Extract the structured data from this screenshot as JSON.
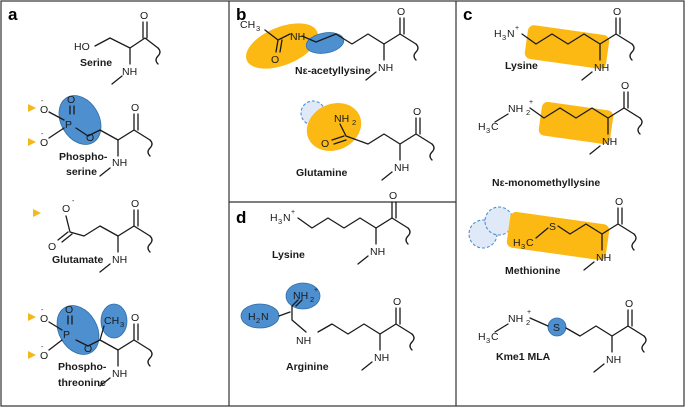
{
  "colors": {
    "orange": "#fdb913",
    "blue": "#4e8fd0",
    "ghost": "#dfe9f7",
    "arrow": "#f3b81b"
  },
  "panels": {
    "a": {
      "letter": "a",
      "serine": {
        "name": "Serine",
        "ho": "HO",
        "nh": "NH",
        "o": "O"
      },
      "phosphoserine": {
        "name_line1": "Phospho-",
        "name_line2": "serine",
        "o_minus": "O",
        "minus": "-",
        "p": "P",
        "o": "O",
        "nh": "NH"
      },
      "glutamate": {
        "name": "Glutamate",
        "o_minus": "O",
        "minus": "-",
        "o": "O",
        "nh": "NH"
      },
      "phosphothreonine": {
        "name_line1": "Phospho-",
        "name_line2": "threonine",
        "o_minus": "O",
        "minus": "-",
        "p": "P",
        "o": "O",
        "ch": "CH",
        "sub3": "3",
        "nh": "NH"
      }
    },
    "b": {
      "letter": "b",
      "acetyllysine": {
        "name": "Nε-acetyllysine",
        "ch": "CH",
        "sub3": "3",
        "o": "O",
        "nh": "NH"
      },
      "glutamine": {
        "name": "Glutamine",
        "nh": "NH",
        "sub2": "2",
        "o": "O"
      }
    },
    "c": {
      "letter": "c",
      "lysine": {
        "name": "Lysine",
        "h": "H",
        "sub3": "3",
        "n": "N",
        "plus": "+",
        "o": "O",
        "nh": "NH"
      },
      "monomethyllysine": {
        "name": "Nε-monomethyllysine",
        "h": "H",
        "sub3": "3",
        "c": "C",
        "nh": "NH",
        "sub2": "2",
        "plus": "+",
        "o": "O"
      },
      "methionine": {
        "name": "Methionine",
        "h": "H",
        "sub3": "3",
        "c": "C",
        "s": "S",
        "o": "O",
        "nh": "NH"
      },
      "kme1mla": {
        "name": "Kme1 MLA",
        "h": "H",
        "sub3": "3",
        "c": "C",
        "nh": "NH",
        "sub2": "2",
        "plus": "+",
        "s": "S",
        "o": "O"
      }
    },
    "d": {
      "letter": "d",
      "lysine": {
        "name": "Lysine",
        "h": "H",
        "sub3": "3",
        "n": "N",
        "plus": "+",
        "o": "O",
        "nh": "NH"
      },
      "arginine": {
        "name": "Arginine",
        "nh": "NH",
        "sub2": "2",
        "plus": "+",
        "h": "H",
        "n": "N",
        "o": "O"
      }
    }
  }
}
